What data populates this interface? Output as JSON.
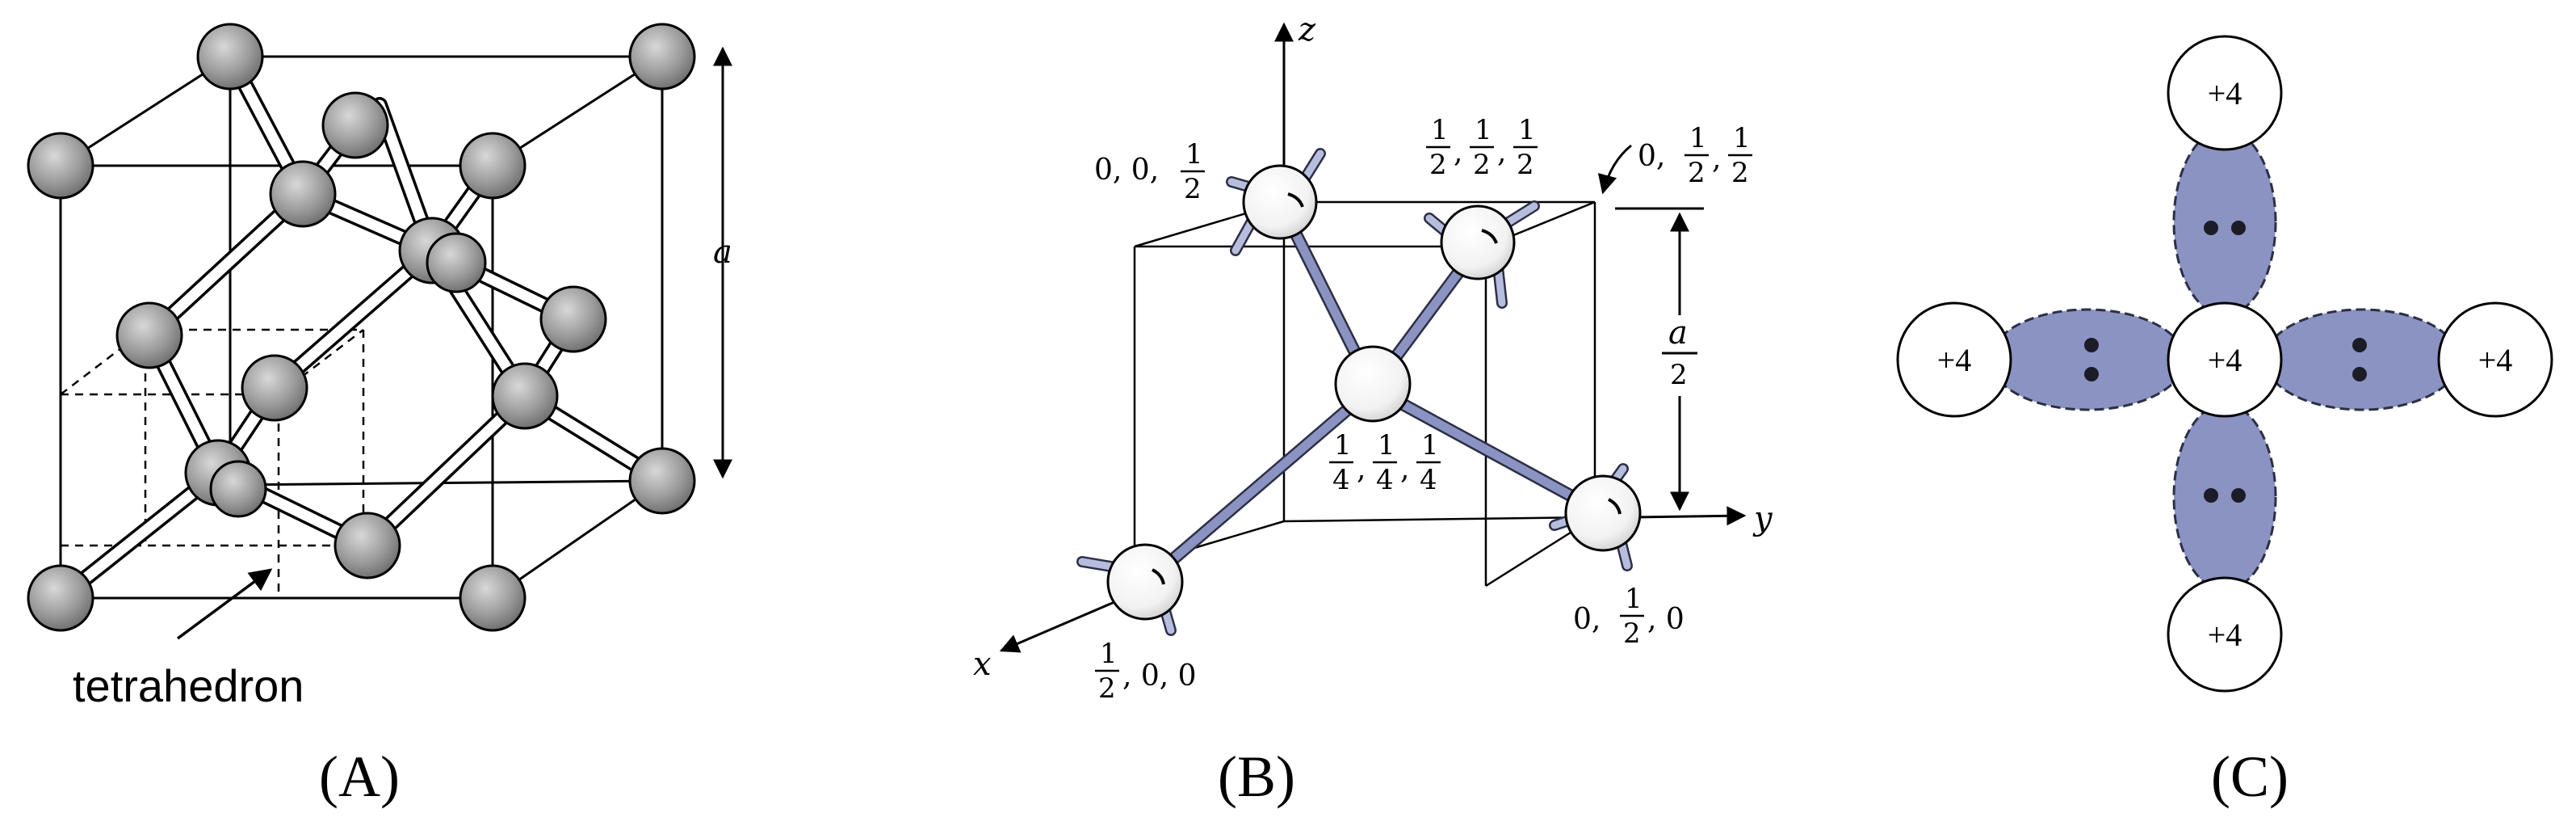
{
  "panels": {
    "a": {
      "label": "(A)",
      "annotation": "tetrahedron",
      "dimension": "a"
    },
    "b": {
      "label": "(B)",
      "axes": {
        "x": "x",
        "y": "y",
        "z": "z"
      },
      "dimension_num": "a",
      "dimension_den": "2",
      "coords": {
        "top_left": {
          "prefix": "0, 0, ",
          "num": "1",
          "den": "2"
        },
        "top_mid": {
          "nums": [
            "1",
            "1",
            "1"
          ],
          "den": "2"
        },
        "top_right": {
          "prefix": "0, ",
          "nums": [
            "1",
            "1"
          ],
          "den": "2"
        },
        "center": {
          "nums": [
            "1",
            "1",
            "1"
          ],
          "den": "4"
        },
        "left": {
          "num": "1",
          "den": "2",
          "suffix": ", 0, 0"
        },
        "right": {
          "prefix": "0, ",
          "num": "1",
          "den": "2",
          "suffix": ", 0"
        }
      }
    },
    "c": {
      "label": "(C)",
      "charges": {
        "center": "+4",
        "top": "+4",
        "bottom": "+4",
        "left": "+4",
        "right": "+4"
      }
    }
  },
  "colors": {
    "bond_fill": "#8a93c2",
    "atom_fill": "#ffffff",
    "stroke": "#000000",
    "sphere_gray": "#a8a8a8"
  }
}
